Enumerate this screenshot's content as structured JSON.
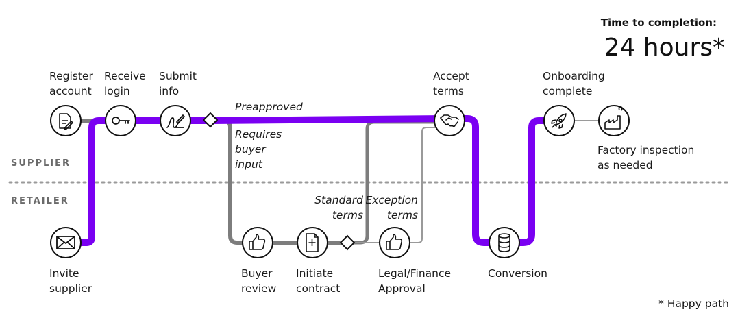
{
  "header": {
    "time_label": "Time to completion:",
    "time_value": "24 hours*"
  },
  "lanes": {
    "supplier": "SUPPLIER",
    "retailer": "RETAILER"
  },
  "steps": {
    "register": "Register\naccount",
    "receive": "Receive\nlogin",
    "submit": "Submit\ninfo",
    "accept": "Accept\nterms",
    "onboarding": "Onboarding\ncomplete",
    "factory": "Factory inspection\nas needed",
    "invite": "Invite\nsupplier",
    "buyer_review": "Buyer\nreview",
    "initiate": "Initiate\ncontract",
    "legal": "Legal/Finance\nApproval",
    "conversion": "Conversion"
  },
  "branches": {
    "preapproved": "Preapproved",
    "requires_input": "Requires\nbuyer\ninput",
    "standard": "Standard\nterms",
    "exception": "Exception\nterms"
  },
  "icons": {
    "register": "document-pen-icon",
    "receive": "key-icon",
    "submit": "signature-icon",
    "accept": "handshake-icon",
    "onboarding": "rocket-icon",
    "factory": "factory-icon",
    "invite": "envelope-icon",
    "buyer_review": "thumbs-up-icon",
    "initiate": "document-plus-icon",
    "legal": "thumbs-up-icon",
    "conversion": "database-icon"
  },
  "colors": {
    "happy_path": "#7a00f2",
    "alt_path": "#7d7d7d",
    "thin_path": "#9a9a9a"
  },
  "footnote": "* Happy path"
}
